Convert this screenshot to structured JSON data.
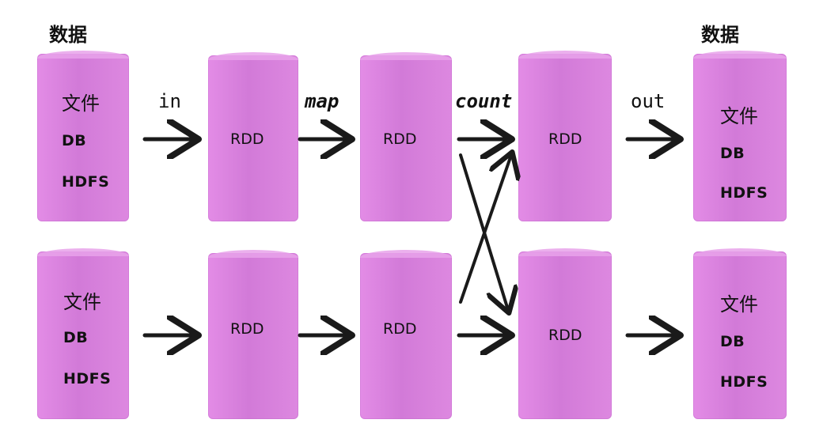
{
  "headers": {
    "left": "数据",
    "right": "数据"
  },
  "source": {
    "file": "文件",
    "db": "DB",
    "hdfs": "HDFS"
  },
  "rdd_label": "RDD",
  "operations": {
    "in": "in",
    "map": "map",
    "count": "count",
    "out": "out"
  },
  "colors": {
    "box": "#d27ad8",
    "arrow": "#1a1a1a"
  }
}
